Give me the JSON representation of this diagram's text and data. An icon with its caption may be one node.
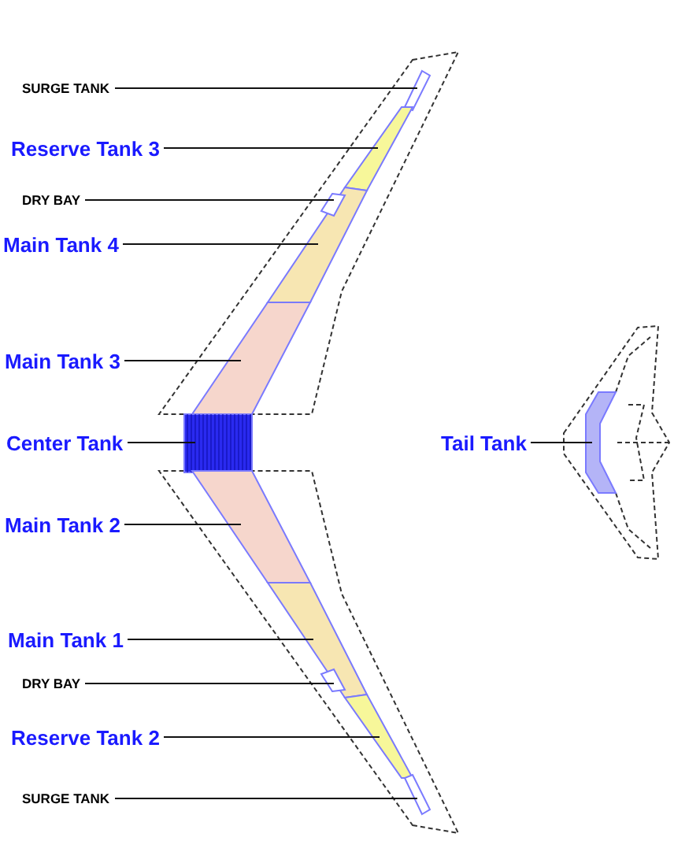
{
  "diagram": {
    "nodes": [
      {
        "text": [
          "SURGE TANK"
        ]
      },
      {
        "text": [
          "Reserve Tank 3"
        ]
      },
      {
        "text": [
          "DRY BAY"
        ]
      },
      {
        "text": [
          "Main Tank 4"
        ]
      },
      {
        "text": [
          "Main Tank 3"
        ]
      },
      {
        "text": [
          "Center Tank"
        ]
      },
      {
        "text": [
          "Tail Tank"
        ]
      },
      {
        "text": [
          "Main Tank 2"
        ]
      },
      {
        "text": [
          "Main Tank 1"
        ]
      },
      {
        "text": [
          "DRY BAY"
        ]
      },
      {
        "text": [
          "Reserve Tank 2"
        ]
      },
      {
        "text": [
          "SURGE TANK"
        ]
      },
      {
        "text": [],
        "shape": "box"
      },
      {
        "text": [],
        "shape": "box"
      },
      {
        "text": [],
        "shape": "box"
      },
      {
        "text": [],
        "shape": "box"
      },
      {
        "text": [],
        "shape": "box"
      },
      {
        "text": [],
        "shape": "box"
      },
      {
        "text": [],
        "shape": "chevron"
      },
      {
        "text": [],
        "shape": "box"
      },
      {
        "text": [],
        "shape": "box"
      },
      {
        "text": [],
        "shape": "box"
      },
      {
        "text": [],
        "shape": "box"
      },
      {
        "text": [],
        "shape": "box"
      }
    ],
    "edges": [
      {
        "from": 0,
        "to": 12,
        "arrow": "none"
      },
      {
        "from": 1,
        "to": 13,
        "arrow": "none"
      },
      {
        "from": 2,
        "to": 14,
        "arrow": "none"
      },
      {
        "from": 3,
        "to": 15,
        "arrow": "none"
      },
      {
        "from": 4,
        "to": 16,
        "arrow": "none"
      },
      {
        "from": 5,
        "to": 17,
        "arrow": "none"
      },
      {
        "from": 6,
        "to": 18,
        "arrow": "none"
      },
      {
        "from": 7,
        "to": 19,
        "arrow": "none"
      },
      {
        "from": 8,
        "to": 20,
        "arrow": "none"
      },
      {
        "from": 9,
        "to": 21,
        "arrow": "none"
      },
      {
        "from": 10,
        "to": 22,
        "arrow": "none"
      },
      {
        "from": 11,
        "to": 23,
        "arrow": "none"
      }
    ]
  }
}
